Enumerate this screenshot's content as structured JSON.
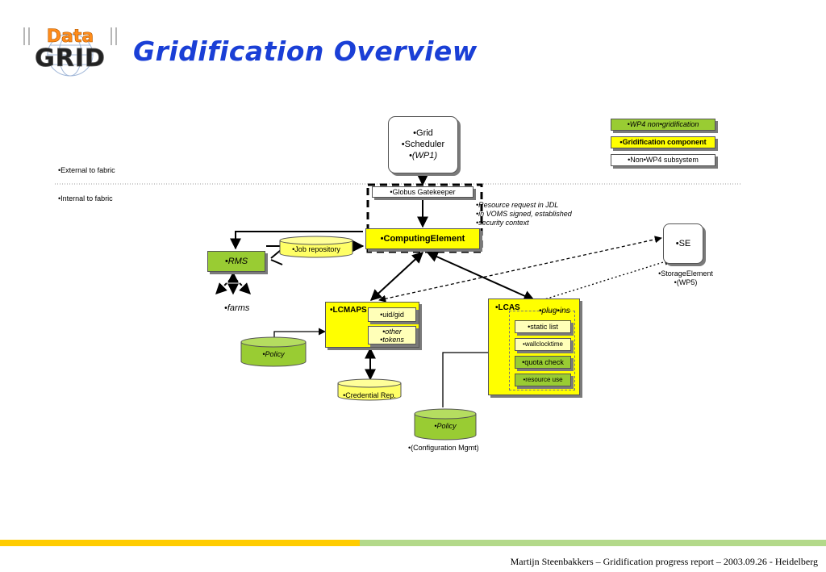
{
  "header": {
    "title": "Gridification Overview",
    "logo_top": "Data",
    "logo_bottom": "GRID"
  },
  "legend": {
    "wp4_non_gridification": "•WP4 non•gridification",
    "gridification_component": "•Gridification component",
    "non_wp4_subsystem": "•Non•WP4 subsystem"
  },
  "zones": {
    "external": "•External to fabric",
    "internal": "•Internal to fabric"
  },
  "nodes": {
    "grid_scheduler": [
      "•Grid",
      "•Scheduler",
      "•(WP1)"
    ],
    "globus_gatekeeper": "•Globus Gatekeeper",
    "computing_element": "•ComputingElement",
    "job_repository": "•Job repository",
    "rms": "•RMS",
    "farms": "•farms",
    "lcmaps": "•LCMAPS",
    "uid_gid": "•uid/gid",
    "other_tokens": [
      "•other",
      "•tokens"
    ],
    "policy_left": "•Policy",
    "credential_rep": "•Credential Rep.",
    "lcas": "•LCAS",
    "plugins": "•plug•ins",
    "static_list": "•static list",
    "wallclocktime": "•wallclocktime",
    "quota_check": "•quota check",
    "resource_use": "•resource use",
    "policy_bottom": "•Policy",
    "config_mgmt": "•(Configuration Mgmt)",
    "se": "•SE",
    "storage_element": [
      "•StorageElement",
      "•(WP5)"
    ]
  },
  "annotations": {
    "resource_request": [
      "•Resource request in JDL",
      "•in VOMS    signed, established",
      "•security context"
    ]
  },
  "footer": {
    "text": "Martijn Steenbakkers – Gridification progress report   – 2003.09.26  -  Heidelberg"
  },
  "colors": {
    "title": "#1a3fd6",
    "component_yellow": "#ffff00",
    "wp4_green": "#99cc33",
    "footer_yellow": "#ffcc00",
    "footer_green": "#b3d98a"
  }
}
